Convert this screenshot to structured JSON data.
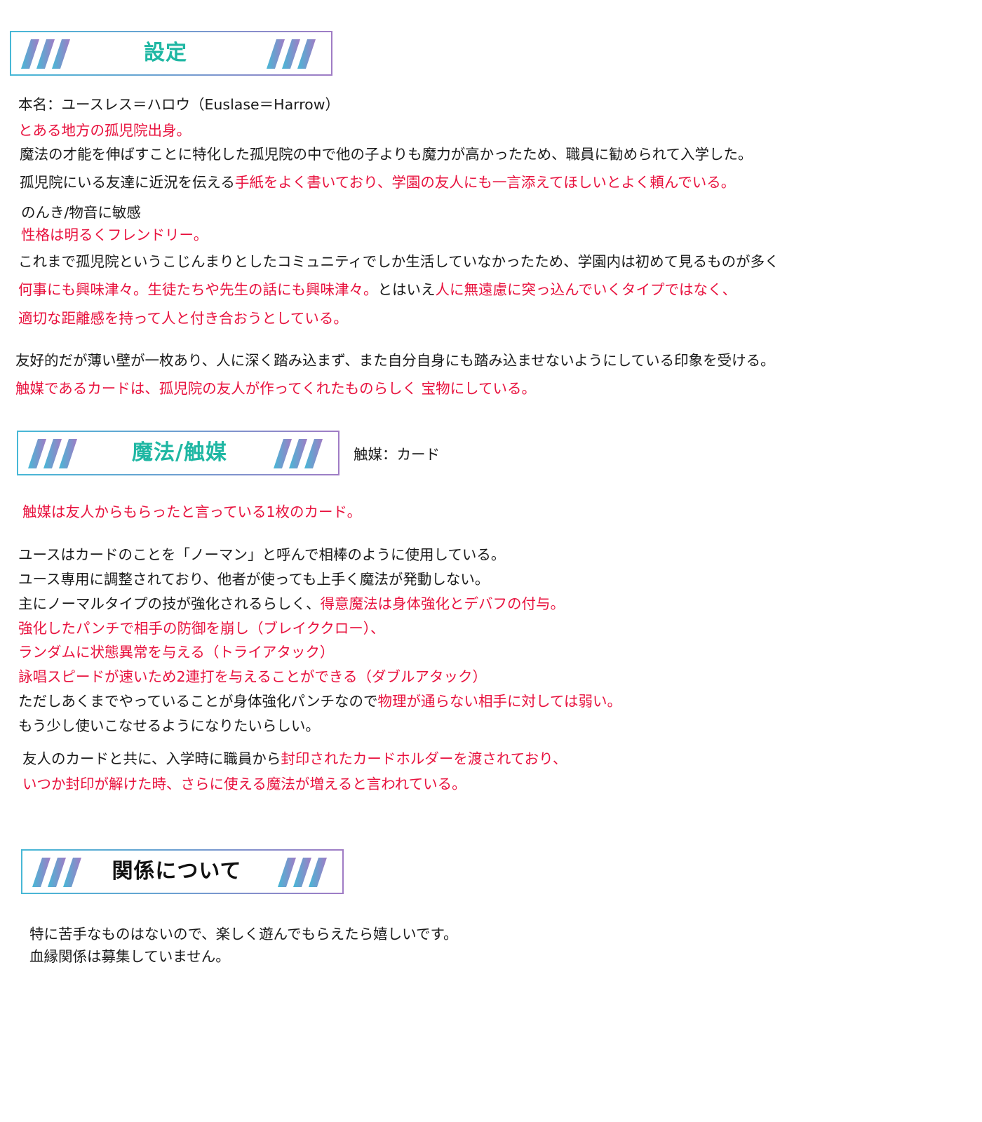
{
  "sections": {
    "settings": {
      "title": "設定"
    },
    "magic": {
      "title": "魔法/触媒",
      "side_label": "触媒：カード"
    },
    "relations": {
      "title": "関係について"
    }
  },
  "settings_lines": [
    [
      {
        "text": "本名：ユースレス＝ハロウ（Euslase＝Harrow）",
        "color": "black"
      }
    ],
    [
      {
        "text": "とある地方の孤児院出身。",
        "color": "red"
      }
    ],
    [
      {
        "text": "魔法の才能を伸ばすことに特化した孤児院の中で他の子よりも魔力が高かったため、職員に勧められて入学した。",
        "color": "black"
      }
    ],
    [
      {
        "text": "孤児院にいる友達に近況を伝える",
        "color": "black"
      },
      {
        "text": "手紙をよく書いており、学園の友人にも一言添えてほしいとよく頼んでいる。",
        "color": "red"
      }
    ],
    [
      {
        "text": "のんき/物音に敏感",
        "color": "black"
      }
    ],
    [
      {
        "text": "性格は明るくフレンドリー。",
        "color": "red"
      }
    ],
    [
      {
        "text": "これまで孤児院というこじんまりとしたコミュニティでしか生活していなかったため、学園内は初めて見るものが多く",
        "color": "black"
      }
    ],
    [
      {
        "text": "何事にも興味津々。生徒たちや先生の話にも興味津々。",
        "color": "red"
      },
      {
        "text": "とはいえ",
        "color": "black"
      },
      {
        "text": "人に無遠慮に突っ込んでいくタイプではなく、",
        "color": "red"
      }
    ],
    [
      {
        "text": "適切な距離感を持って人と付き合おうとしている。",
        "color": "red"
      }
    ],
    [
      {
        "text": "友好的だが薄い壁が一枚あり、人に深く踏み込まず、また自分自身にも踏み込ませないようにしている印象を受ける。",
        "color": "black"
      }
    ],
    [
      {
        "text": "触媒であるカードは、孤児院の友人が作ってくれたものらしく 宝物にしている。",
        "color": "red"
      }
    ]
  ],
  "magic_lines": [
    [
      {
        "text": "触媒は友人からもらったと言っている1枚のカード。",
        "color": "red"
      }
    ],
    [
      {
        "text": "ユースはカードのことを「ノーマン」と呼んで相棒のように使用している。",
        "color": "black"
      }
    ],
    [
      {
        "text": "ユース専用に調整されており、他者が使っても上手く魔法が発動しない。",
        "color": "black"
      }
    ],
    [
      {
        "text": "主にノーマルタイプの技が強化されるらしく、",
        "color": "black"
      },
      {
        "text": "得意魔法は身体強化とデバフの付与。",
        "color": "red"
      }
    ],
    [
      {
        "text": "強化したパンチで相手の防御を崩し（ブレイククロー）、",
        "color": "red"
      }
    ],
    [
      {
        "text": "ランダムに状態異常を与える（トライアタック）",
        "color": "red"
      }
    ],
    [
      {
        "text": "詠唱スピードが速いため2連打を与えることができる（ダブルアタック）",
        "color": "red"
      }
    ],
    [
      {
        "text": "ただしあくまでやっていることが身体強化パンチなので",
        "color": "black"
      },
      {
        "text": "物理が通らない相手に対しては弱い。",
        "color": "red"
      }
    ],
    [
      {
        "text": "もう少し使いこなせるようになりたいらしい。",
        "color": "black"
      }
    ],
    [
      {
        "text": "友人のカードと共に、入学時に職員から",
        "color": "black"
      },
      {
        "text": "封印されたカードホルダーを渡されており、",
        "color": "red"
      }
    ],
    [
      {
        "text": "いつか封印が解けた時、さらに使える魔法が増えると言われている。",
        "color": "red"
      }
    ]
  ],
  "relation_lines": [
    [
      {
        "text": "特に苦手なものはないので、楽しく遊んでもらえたら嬉しいです。",
        "color": "black"
      }
    ],
    [
      {
        "text": "血縁関係は募集していません。",
        "color": "black"
      }
    ]
  ],
  "colors": {
    "red": "#e8123e",
    "black": "#1a1a1a",
    "teal_title": "#1fb7a3",
    "banner_gradient_start": "#47b8d6",
    "banner_gradient_end": "#a07cc5"
  }
}
